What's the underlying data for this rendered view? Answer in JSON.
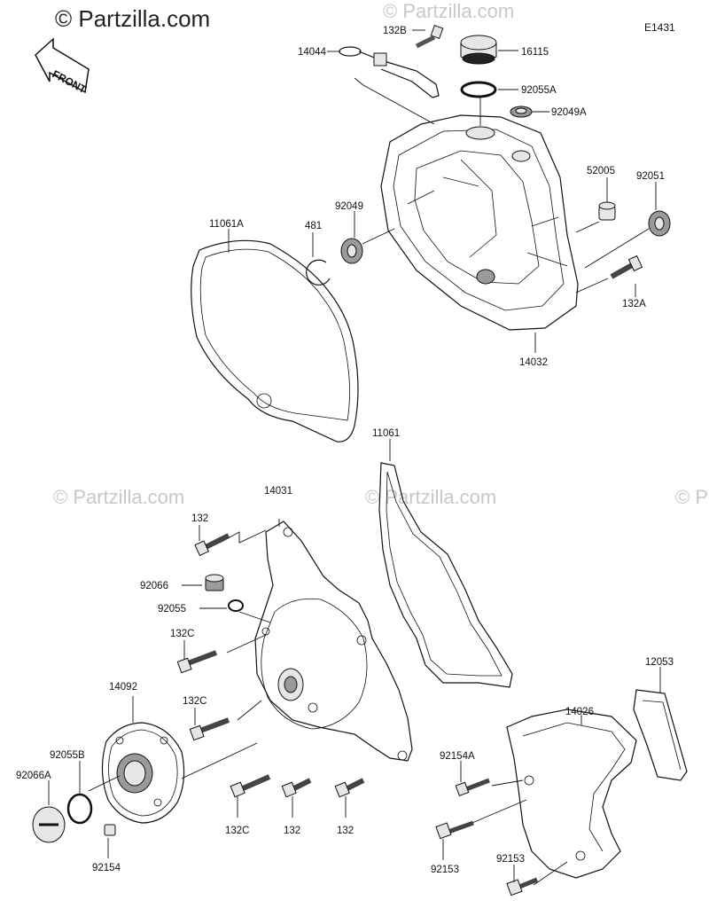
{
  "brand": "© Partzilla.com",
  "watermark": "© Partzilla.com",
  "diagram_code": "E1431",
  "front_label": "FRONT",
  "labels": {
    "p132B": "132B",
    "p14044": "14044",
    "p16115": "16115",
    "p92055A": "92055A",
    "p92049A": "92049A",
    "p52005": "52005",
    "p92051": "92051",
    "p11061A": "11061A",
    "p481": "481",
    "p92049": "92049",
    "p132A": "132A",
    "p14032": "14032",
    "p11061": "11061",
    "p14031": "14031",
    "p132_top": "132",
    "p92066": "92066",
    "p92055": "92055",
    "p132C_a": "132C",
    "p132C_b": "132C",
    "p14092": "14092",
    "p92055B": "92055B",
    "p92066A": "92066A",
    "p92154": "92154",
    "p132C_c": "132C",
    "p132_b1": "132",
    "p132_b2": "132",
    "p12053": "12053",
    "p14026": "14026",
    "p92154A": "92154A",
    "p92153_a": "92153",
    "p92153_b": "92153"
  }
}
